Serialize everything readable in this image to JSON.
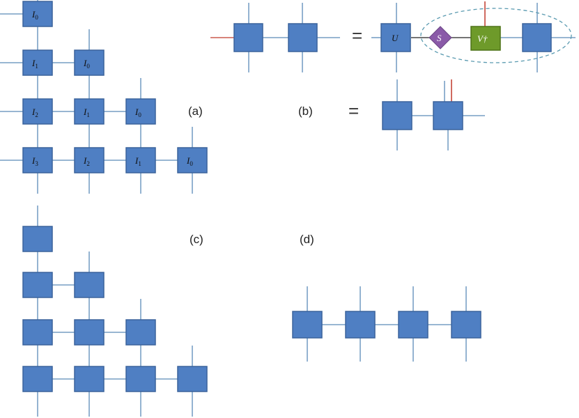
{
  "colors": {
    "tensor_fill": "#4f7fc3",
    "tensor_stroke": "#3b639c",
    "bond": "#5b8ab8",
    "red_leg": "#c0392b",
    "s_fill": "#8a5aa8",
    "v_fill": "#6e9a2a",
    "ellipse": "#5a9ab0"
  },
  "panel_labels": {
    "a": "(a)",
    "b": "(b)",
    "c": "(c)",
    "d": "(d)"
  },
  "equals_sign": "=",
  "panel_a": {
    "rows": [
      [
        "I0"
      ],
      [
        "I1",
        "I0"
      ],
      [
        "I2",
        "I1",
        "I0"
      ],
      [
        "I3",
        "I2",
        "I1",
        "I0"
      ]
    ]
  },
  "panel_b": {
    "u_label": "U",
    "s_label": "S",
    "v_label": "V†"
  },
  "panel_c": {
    "rows": [
      1,
      2,
      3,
      4
    ]
  },
  "panel_d": {
    "tensors": 4
  }
}
